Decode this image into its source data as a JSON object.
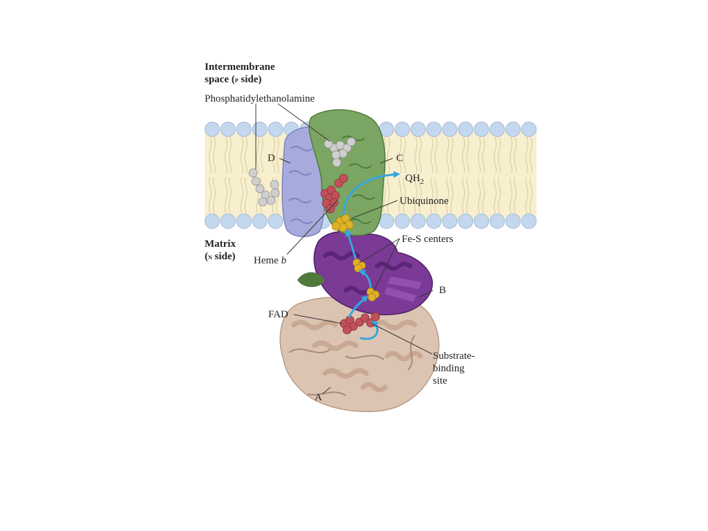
{
  "regions": {
    "ims_line1": "Intermembrane",
    "ims_line2_pre": "space (",
    "ims_line2_side": "p",
    "ims_line2_post": " side)",
    "matrix_line1": "Matrix",
    "matrix_line2_pre": "(",
    "matrix_line2_side": "n",
    "matrix_line2_post": " side)"
  },
  "labels": {
    "pe": "Phosphatidylethanolamine",
    "D": "D",
    "C": "C",
    "B": "B",
    "A": "A",
    "qh2_base": "QH",
    "qh2_sub": "2",
    "ubiquinone": "Ubiquinone",
    "fes": "Fe-S centers",
    "heme_pre": "Heme ",
    "heme_italic": "b",
    "fad": "FAD",
    "substrate_1": "Substrate-",
    "substrate_2": "binding",
    "substrate_3": "site"
  },
  "colors": {
    "membrane": "#f8efcf",
    "lipid_head": "#c3d8ee",
    "lipid_head_stroke": "#9fb9d6",
    "lipid_tail": "#d9cfa8",
    "subunit_A": "#d9bfae",
    "subunit_B": "#6b2d86",
    "subunit_C": "#6f9a55",
    "subunit_D": "#9ea4d6",
    "heme": "#c0505a",
    "fes": "#e0b228",
    "lipid_molecule": "#c8c8c8",
    "electron_arrow": "#35a6e0",
    "label_line": "#333333"
  }
}
